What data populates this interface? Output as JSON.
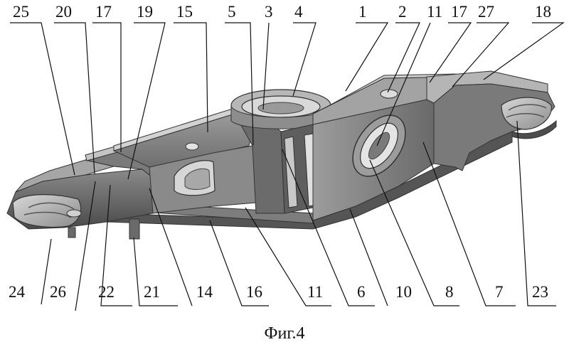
{
  "figure": {
    "caption": "Фиг.4",
    "top_labels": [
      "25",
      "20",
      "17",
      "19",
      "15",
      "5",
      "3",
      "4",
      "1",
      "2",
      "11",
      "17",
      "27",
      "18"
    ],
    "bottom_labels": [
      "24",
      "26",
      "22",
      "21",
      "14",
      "16",
      "11",
      "6",
      "10",
      "8",
      "7",
      "23"
    ]
  },
  "colors": {
    "ink": "#111111",
    "body_dark": "#5a5a5a",
    "body_mid": "#7b7b7b",
    "body_light": "#b8b8b8",
    "highlight": "#e6e6e6"
  }
}
